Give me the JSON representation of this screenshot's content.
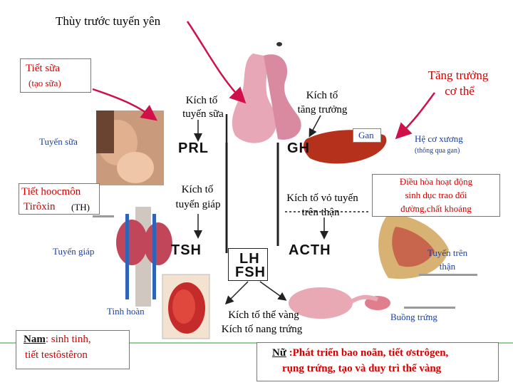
{
  "title": "Thùy trước tuyến yên",
  "hormones": {
    "prl": "PRL",
    "gh": "GH",
    "tsh": "TSH",
    "lh": "LH",
    "fsh": "FSH",
    "acth": "ACTH"
  },
  "labels": {
    "tiet_sua": "Tiết sữa",
    "tao_sua": "(tạo sữa)",
    "kich_to_tuyen_sua_1": "Kích tố",
    "kich_to_tuyen_sua_2": "tuyến sữa",
    "kich_to_tang_truong_1": "Kích tố",
    "kich_to_tang_truong_2": "tăng trưởng",
    "tang_truong_1": "Tăng trưởng",
    "tang_truong_2": "cơ thể",
    "tuyen_sua": "Tuyến sữa",
    "gan": "Gan",
    "he_co_xuong": "Hệ cơ xương",
    "thong_qua_gan": "(thông qua gan)",
    "tiet_hoocmon": "Tiết hoocmôn",
    "tiroxin": "Tirôxin",
    "th": "(TH)",
    "kich_to_tuyen_giap_1": "Kích tố",
    "kich_to_tuyen_giap_2": "tuyến giáp",
    "kich_to_vo_1": "Kích tố vỏ tuyến",
    "kich_to_vo_2": "trên thận",
    "dieu_hoa_1": "Điều hòa hoạt động",
    "dieu_hoa_2": "sinh dục trao đổi",
    "dieu_hoa_3": "đường,chất khoáng",
    "tuyen_giap": "Tuyến giáp",
    "tuyen_tren_than_1": "Tuyến trên",
    "tuyen_tren_than_2": "thận",
    "tinh_hoan": "Tinh hoàn",
    "kich_to_the_vang": "Kích tố thể vàng",
    "kich_to_nang_trung": "Kích tố nang trứng",
    "buong_trung": "Buồng trứng",
    "nam_label": "Nam",
    "nam_text_1": ": sinh tinh,",
    "nam_text_2": "tiết testôstêron",
    "nu_label": "Nữ",
    "nu_text_1": " :Phát triển bao noãn, tiết ơstrôgen,",
    "nu_text_2": "rụng trứng, tạo và duy trì thể vàng"
  },
  "colors": {
    "red_text": "#d40000",
    "blue_text": "#1b3fa0",
    "arrow_red": "#d0104a",
    "pituitary": "#e8a7b7",
    "liver": "#b5311c",
    "adrenal": "#d8b272",
    "green_line": "#22a022"
  }
}
